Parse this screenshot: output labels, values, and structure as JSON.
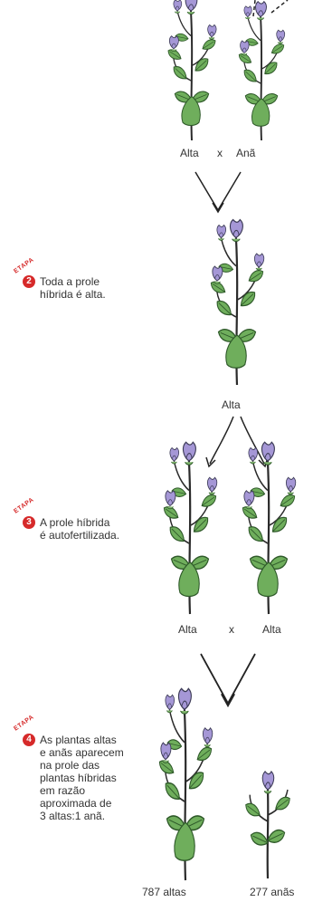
{
  "step1": {
    "left_label": "Alta",
    "cross": "x",
    "right_label": "Anã"
  },
  "step2": {
    "badge_tag": "ETAPA",
    "number": "2",
    "text_line1": "Toda a prole",
    "text_line2": "híbrida é alta.",
    "plant_label": "Alta"
  },
  "step3": {
    "badge_tag": "ETAPA",
    "number": "3",
    "text_line1": "A prole híbrida",
    "text_line2": "é autofertilizada.",
    "left_label": "Alta",
    "cross": "x",
    "right_label": "Alta"
  },
  "step4": {
    "badge_tag": "ETAPA",
    "number": "4",
    "text_lines": [
      "As plantas altas",
      "e anãs aparecem",
      "na prole das",
      "plantas híbridas",
      "em razão",
      "aproximada de",
      "3 altas:1 anã."
    ],
    "count_tall": "787 altas",
    "count_dwarf": "277 anãs"
  },
  "colors": {
    "leaf": "#5a9a4c",
    "leaf_dark": "#2f5a2a",
    "flower": "#9a8acb",
    "badge": "#d62a2a",
    "stem": "#2a2a2a"
  }
}
